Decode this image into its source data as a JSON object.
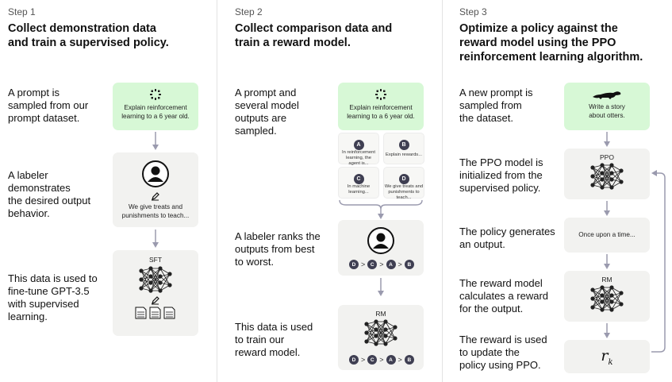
{
  "step1": {
    "step_label": "Step 1",
    "heading_line1": "Collect demonstration data",
    "heading_line2": "and train a supervised policy.",
    "desc1": [
      "A prompt is",
      "sampled from our",
      "prompt dataset."
    ],
    "desc2": [
      "A labeler",
      "demonstrates",
      "the desired output",
      "behavior."
    ],
    "desc3": [
      "This data is used to",
      "fine-tune GPT-3.5",
      "with supervised",
      "learning."
    ],
    "prompt_lines": [
      "Explain reinforcement",
      "learning to a 6 year old."
    ],
    "demo_lines": [
      "We give treats and",
      "punishments to teach..."
    ],
    "model_label": "SFT"
  },
  "step2": {
    "step_label": "Step 2",
    "heading_line1": "Collect comparison data and",
    "heading_line2": "train a reward model.",
    "desc1": [
      "A prompt and",
      "several model",
      "outputs are",
      "sampled."
    ],
    "desc2": [
      "A labeler ranks the",
      "outputs from best",
      "to worst."
    ],
    "desc3": [
      "This data is used",
      "to train our",
      "reward model."
    ],
    "prompt_lines": [
      "Explain reinforcement",
      "learning to a 6 year old."
    ],
    "outputs": [
      {
        "letter": "A",
        "text": [
          "In reinforcement",
          "learning, the",
          "agent is..."
        ]
      },
      {
        "letter": "B",
        "text": [
          "Explain rewards..."
        ]
      },
      {
        "letter": "C",
        "text": [
          "In machine",
          "learning..."
        ]
      },
      {
        "letter": "D",
        "text": [
          "We give treats and",
          "punishments to",
          "teach..."
        ]
      }
    ],
    "ranking": [
      "D",
      ">",
      "C",
      ">",
      "A",
      ">",
      "B"
    ],
    "model_label": "RM"
  },
  "step3": {
    "step_label": "Step 3",
    "heading_line1": "Optimize a policy against the",
    "heading_line2": "reward model using the PPO",
    "heading_line3": "reinforcement learning algorithm.",
    "desc1": [
      "A new prompt is",
      "sampled from",
      "the dataset."
    ],
    "desc2": [
      "The PPO model is",
      "initialized from the",
      "supervised policy."
    ],
    "desc3": [
      "The policy generates",
      "an output."
    ],
    "desc4": [
      "The reward model",
      "calculates a reward",
      "for the output."
    ],
    "desc5": [
      "The reward is used",
      "to update the",
      "policy using PPO."
    ],
    "prompt_lines": [
      "Write a story",
      "about otters."
    ],
    "ppo_label": "PPO",
    "output_text": "Once upon a time...",
    "rm_label": "RM",
    "reward_symbol": "r",
    "reward_subscript": "k"
  },
  "colors": {
    "prompt_bg": "#d7f8d6",
    "card_bg": "#f2f2f0",
    "node": "#222222",
    "arrow": "#9a9aae",
    "badge": "#3f3f52"
  }
}
